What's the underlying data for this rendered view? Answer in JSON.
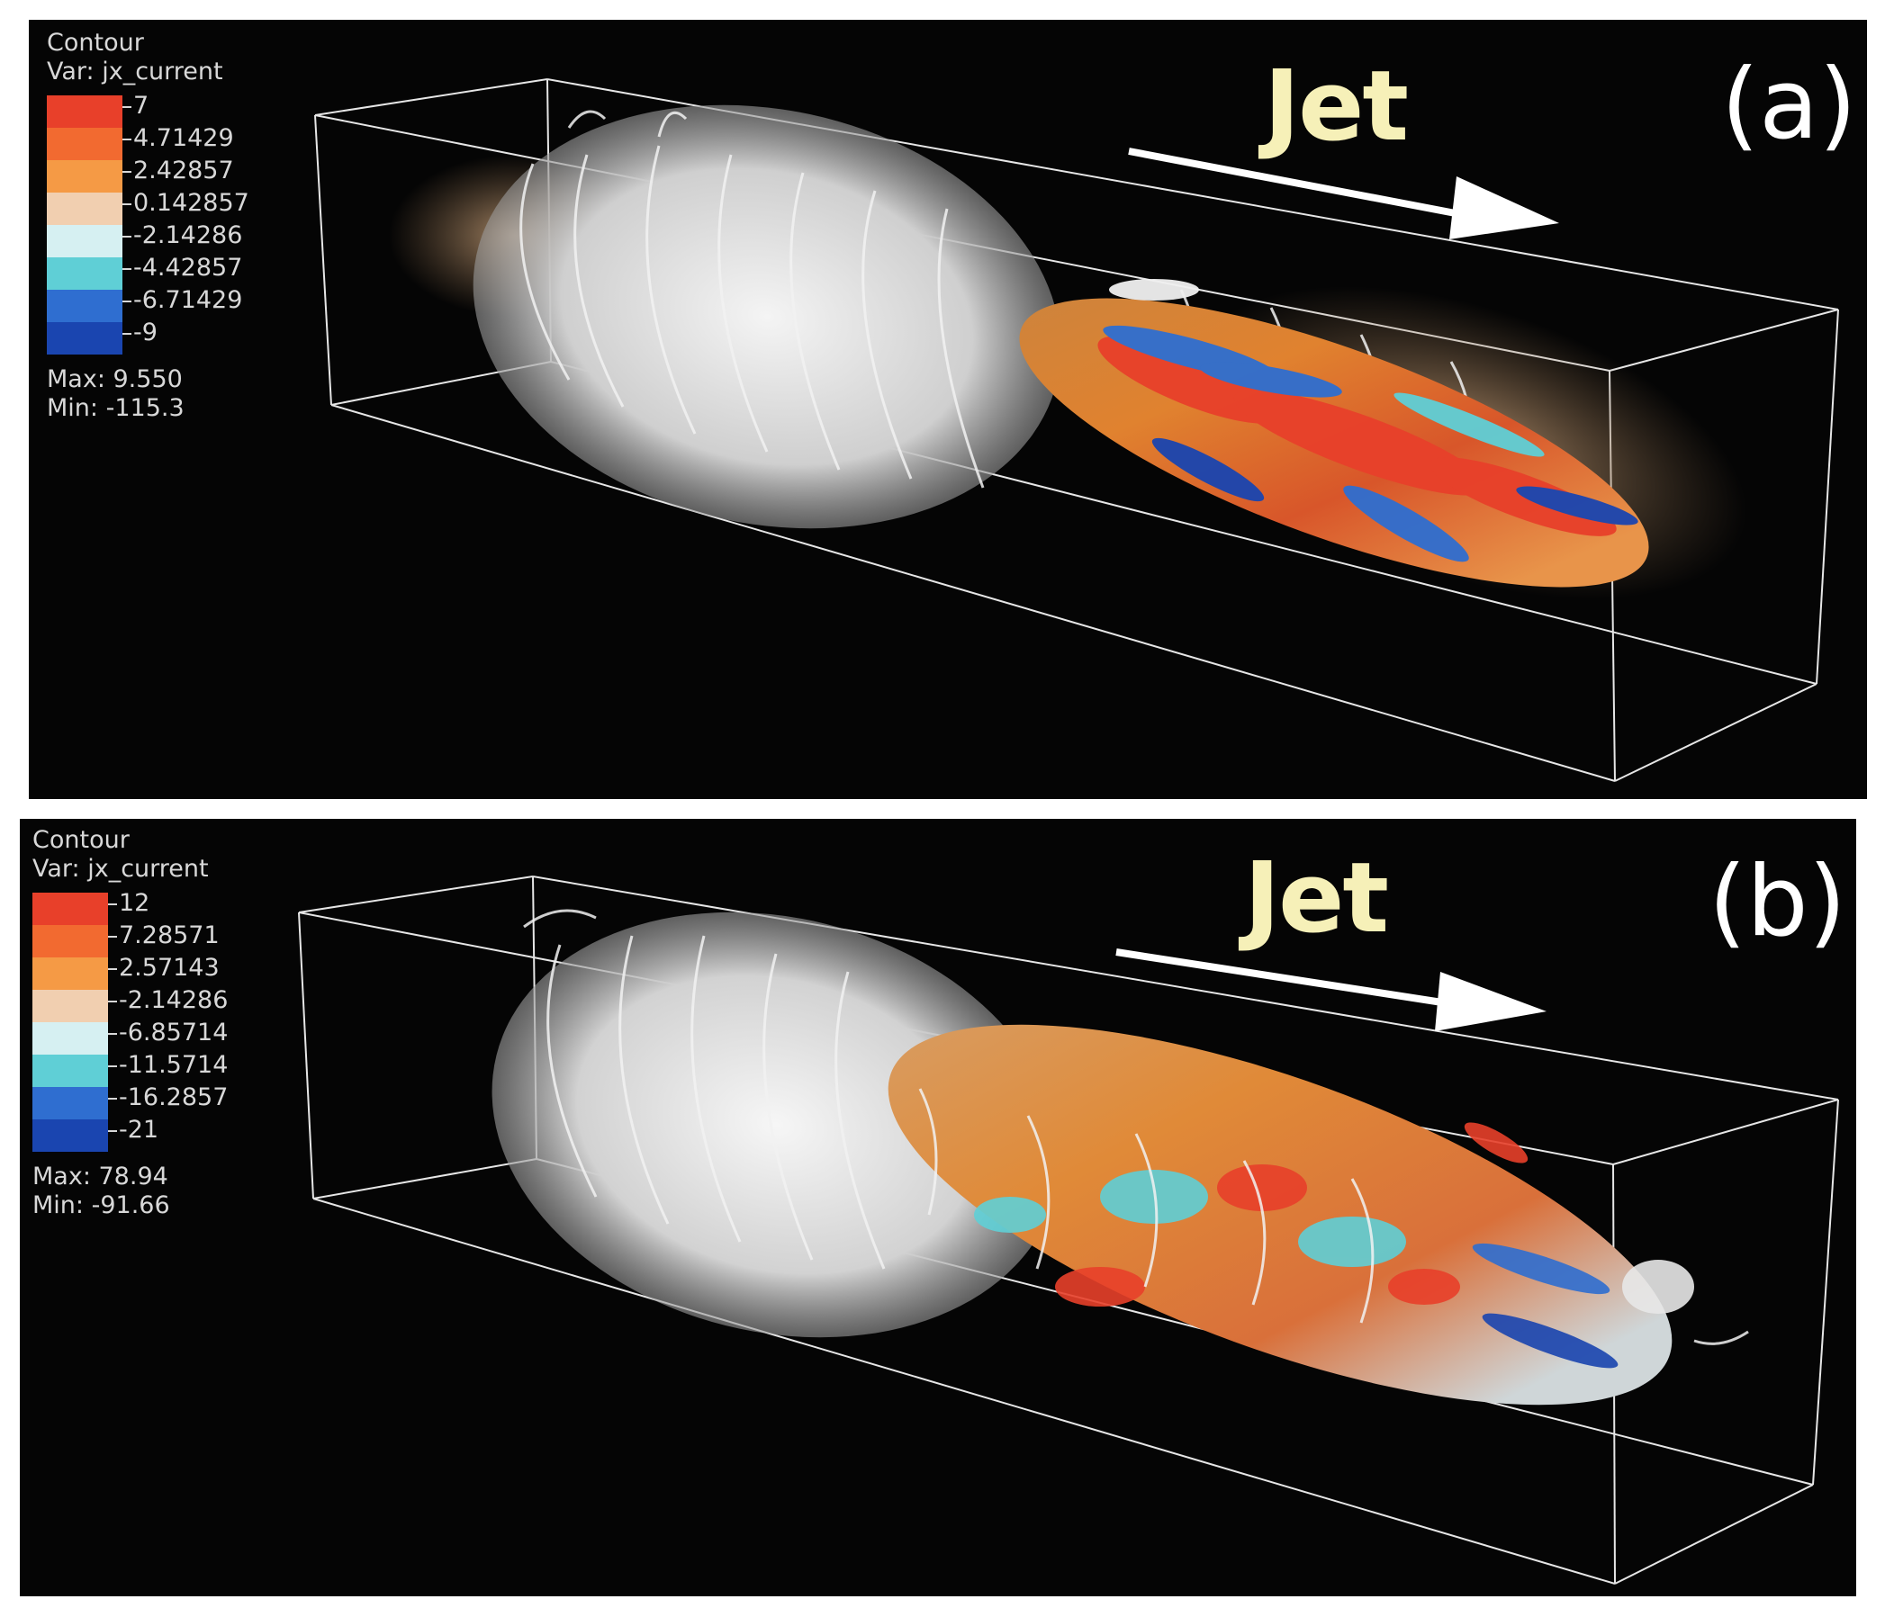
{
  "panels": [
    {
      "id": "a",
      "legend": {
        "title": "Contour",
        "var": "Var: jx_current",
        "ticks": [
          "7",
          "4.71429",
          "2.42857",
          "0.142857",
          "-2.14286",
          "-4.42857",
          "-6.71429",
          "-9"
        ],
        "max": "Max:  9.550",
        "min": "Min: -115.3"
      },
      "arrow_label": "Jet",
      "panel_label": "(a)"
    },
    {
      "id": "b",
      "legend": {
        "title": "Contour",
        "var": "Var: jx_current",
        "ticks": [
          "12",
          "7.28571",
          "2.57143",
          "-2.14286",
          "-6.85714",
          "-11.5714",
          "-16.2857",
          "-21"
        ],
        "max": "Max:  78.94",
        "min": "Min: -91.66"
      },
      "arrow_label": "Jet",
      "panel_label": "(b)"
    }
  ],
  "colormap": [
    "#e8402a",
    "#f26a30",
    "#f59a45",
    "#f1cfb0",
    "#d6f0f2",
    "#5fcfd6",
    "#2f6ed0",
    "#1a45b0"
  ]
}
